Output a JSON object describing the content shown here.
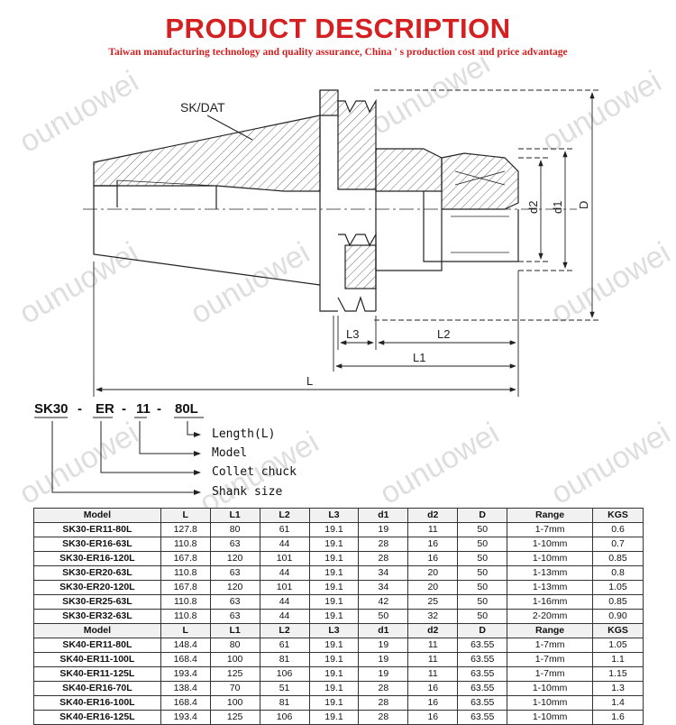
{
  "header": {
    "title": "PRODUCT DESCRIPTION",
    "subtitle": "Taiwan manufacturing technology and quality assurance, China ' s production cost and price advantage"
  },
  "watermark": "ounuowei",
  "drawing": {
    "taper_label": "SK/DAT",
    "dims": {
      "L": "L",
      "L1": "L1",
      "L2": "L2",
      "L3": "L3",
      "d1": "d1",
      "d2": "d2",
      "D": "D"
    }
  },
  "code": {
    "parts": [
      "SK30",
      "-",
      "ER",
      "-",
      "11",
      "-",
      "80L"
    ],
    "legend": [
      "Length(L)",
      "Model",
      "Collet chuck",
      "Shank size"
    ]
  },
  "table": {
    "columns": [
      "Model",
      "L",
      "L1",
      "L2",
      "L3",
      "d1",
      "d2",
      "D",
      "Range",
      "KGS"
    ],
    "rows": [
      [
        "SK30-ER11-80L",
        "127.8",
        "80",
        "61",
        "19.1",
        "19",
        "11",
        "50",
        "1-7mm",
        "0.6"
      ],
      [
        "SK30-ER16-63L",
        "110.8",
        "63",
        "44",
        "19.1",
        "28",
        "16",
        "50",
        "1-10mm",
        "0.7"
      ],
      [
        "SK30-ER16-120L",
        "167.8",
        "120",
        "101",
        "19.1",
        "28",
        "16",
        "50",
        "1-10mm",
        "0.85"
      ],
      [
        "SK30-ER20-63L",
        "110.8",
        "63",
        "44",
        "19.1",
        "34",
        "20",
        "50",
        "1-13mm",
        "0.8"
      ],
      [
        "SK30-ER20-120L",
        "167.8",
        "120",
        "101",
        "19.1",
        "34",
        "20",
        "50",
        "1-13mm",
        "1.05"
      ],
      [
        "SK30-ER25-63L",
        "110.8",
        "63",
        "44",
        "19.1",
        "42",
        "25",
        "50",
        "1-16mm",
        "0.85"
      ],
      [
        "SK30-ER32-63L",
        "110.8",
        "63",
        "44",
        "19.1",
        "50",
        "32",
        "50",
        "2-20mm",
        "0.90"
      ],
      [
        "Model",
        "L",
        "L1",
        "L2",
        "L3",
        "d1",
        "d2",
        "D",
        "Range",
        "KGS"
      ],
      [
        "SK40-ER11-80L",
        "148.4",
        "80",
        "61",
        "19.1",
        "19",
        "11",
        "63.55",
        "1-7mm",
        "1.05"
      ],
      [
        "SK40-ER11-100L",
        "168.4",
        "100",
        "81",
        "19.1",
        "19",
        "11",
        "63.55",
        "1-7mm",
        "1.1"
      ],
      [
        "SK40-ER11-125L",
        "193.4",
        "125",
        "106",
        "19.1",
        "19",
        "11",
        "63.55",
        "1-7mm",
        "1.15"
      ],
      [
        "SK40-ER16-70L",
        "138.4",
        "70",
        "51",
        "19.1",
        "28",
        "16",
        "63.55",
        "1-10mm",
        "1.3"
      ],
      [
        "SK40-ER16-100L",
        "168.4",
        "100",
        "81",
        "19.1",
        "28",
        "16",
        "63.55",
        "1-10mm",
        "1.4"
      ],
      [
        "SK40-ER16-125L",
        "193.4",
        "125",
        "106",
        "19.1",
        "28",
        "16",
        "63.55",
        "1-10mm",
        "1.6"
      ]
    ]
  },
  "colors": {
    "title": "#d42020",
    "line": "#222222",
    "watermark": "#d9d9d9"
  }
}
